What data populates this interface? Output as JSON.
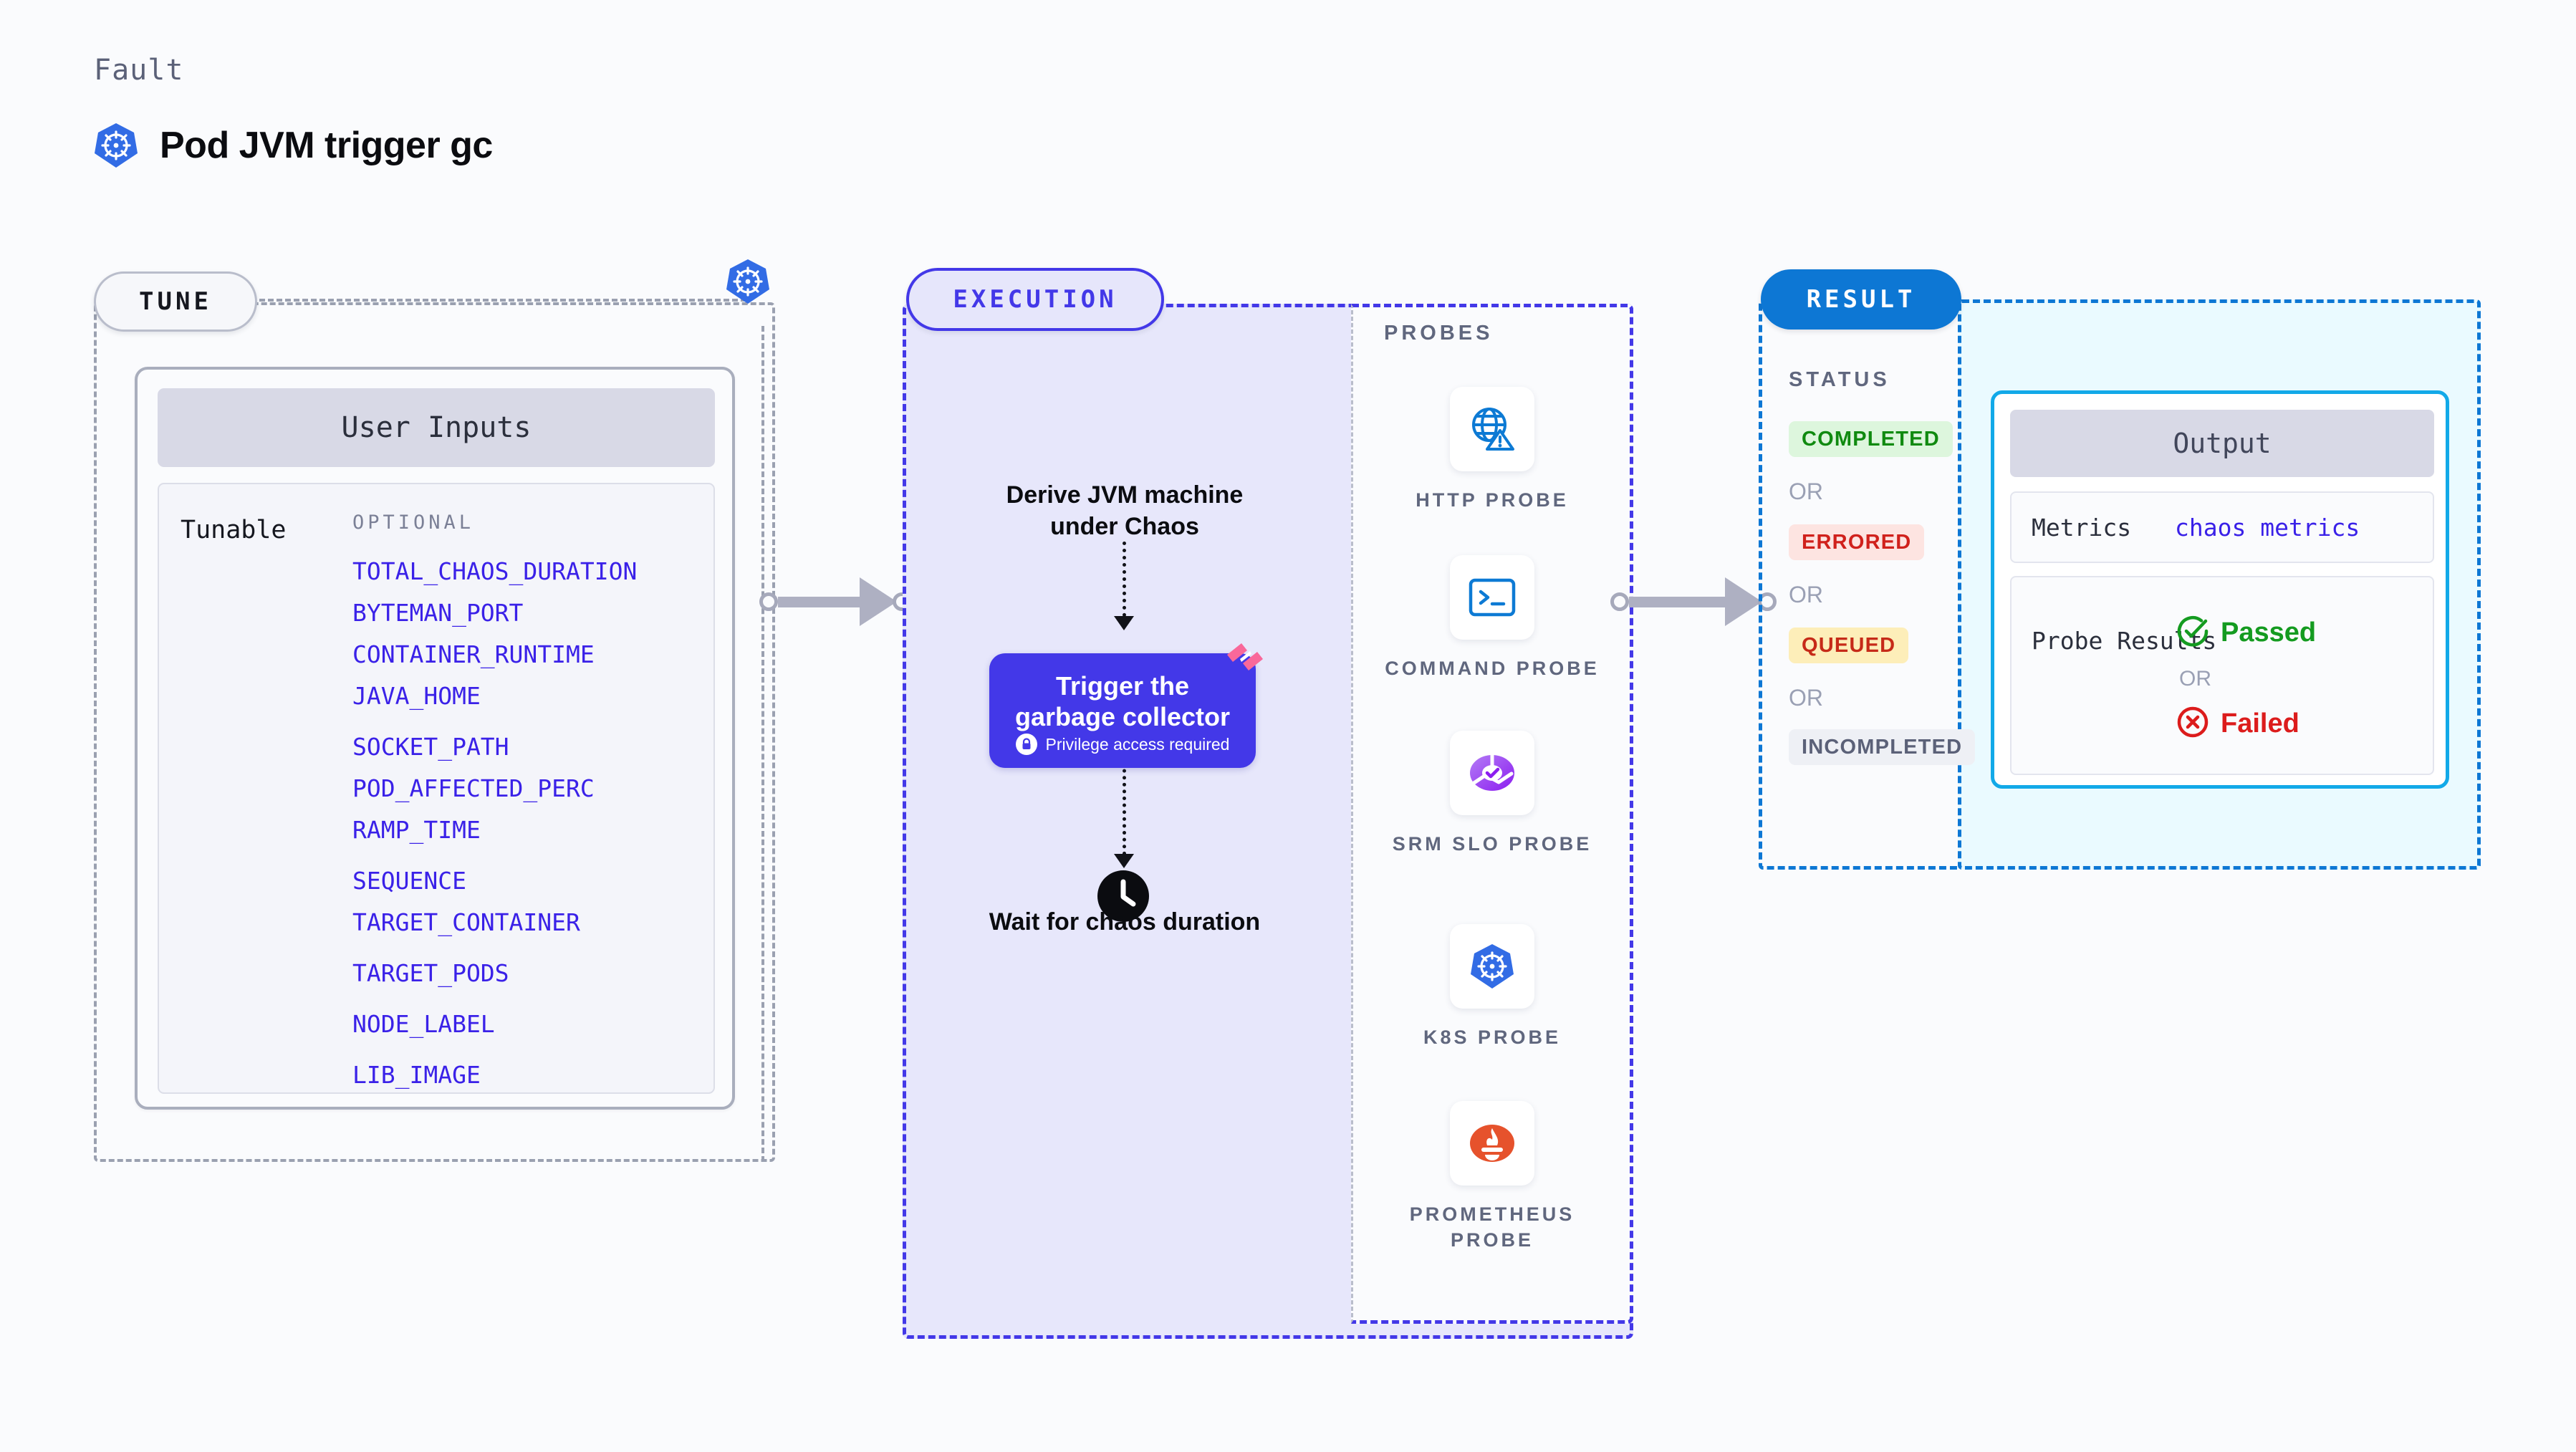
{
  "header": {
    "kicker": "Fault",
    "title": "Pod JVM trigger gc",
    "icon": "kubernetes-icon"
  },
  "tune": {
    "pill_label": "TUNE",
    "badge_icon": "kubernetes-icon",
    "card": {
      "heading": "User Inputs",
      "row_label": "Tunable",
      "group_label": "OPTIONAL",
      "tunables": [
        "TOTAL_CHAOS_DURATION",
        "BYTEMAN_PORT",
        "CONTAINER_RUNTIME",
        "JAVA_HOME",
        "SOCKET_PATH",
        "POD_AFFECTED_PERC",
        "RAMP_TIME",
        "SEQUENCE",
        "TARGET_CONTAINER",
        "TARGET_PODS",
        "NODE_LABEL",
        "LIB_IMAGE"
      ]
    }
  },
  "execution": {
    "pill_label": "EXECUTION",
    "step_1": "Derive JVM machine under Chaos",
    "action": {
      "title": "Trigger the garbage collector",
      "privilege_note": "Privilege access required",
      "privilege_icon": "lock-icon",
      "corner_icon": "harness-ribbon-icon"
    },
    "step_2": "Wait for chaos duration",
    "step_2_icon": "clock-icon"
  },
  "probes": {
    "label": "PROBES",
    "items": [
      {
        "name": "HTTP PROBE",
        "icon": "globe-warning-icon"
      },
      {
        "name": "COMMAND PROBE",
        "icon": "terminal-icon"
      },
      {
        "name": "SRM SLO PROBE",
        "icon": "slo-donut-check-icon"
      },
      {
        "name": "K8S PROBE",
        "icon": "kubernetes-icon"
      },
      {
        "name": "PROMETHEUS PROBE",
        "icon": "prometheus-icon"
      }
    ]
  },
  "result": {
    "pill_label": "RESULT",
    "status_label": "STATUS",
    "or_label": "OR",
    "statuses": [
      {
        "label": "COMPLETED",
        "bg": "#ddf6dd",
        "fg": "#108a10"
      },
      {
        "label": "ERRORED",
        "bg": "#fde4e1",
        "fg": "#d0211c"
      },
      {
        "label": "QUEUED",
        "bg": "#fdeeb9",
        "fg": "#c62a18"
      },
      {
        "label": "INCOMPLETED",
        "bg": "#eef0f5",
        "fg": "#5b6178"
      }
    ]
  },
  "output": {
    "heading": "Output",
    "metrics_key": "Metrics",
    "metrics_value": "chaos metrics",
    "probe_results_key": "Probe Results",
    "passed_label": "Passed",
    "failed_label": "Failed",
    "or_label": "OR",
    "passed_icon": "check-circle-icon",
    "failed_icon": "x-circle-icon"
  },
  "connectors": {
    "tune_to_execution": "arrow-right",
    "execution_to_result": "arrow-right"
  },
  "colors": {
    "accent_purple": "#4338e8",
    "accent_blue": "#0d77d4",
    "cyan": "#12a9e8",
    "k8s_blue": "#326ce5",
    "pink": "#f9689a"
  }
}
